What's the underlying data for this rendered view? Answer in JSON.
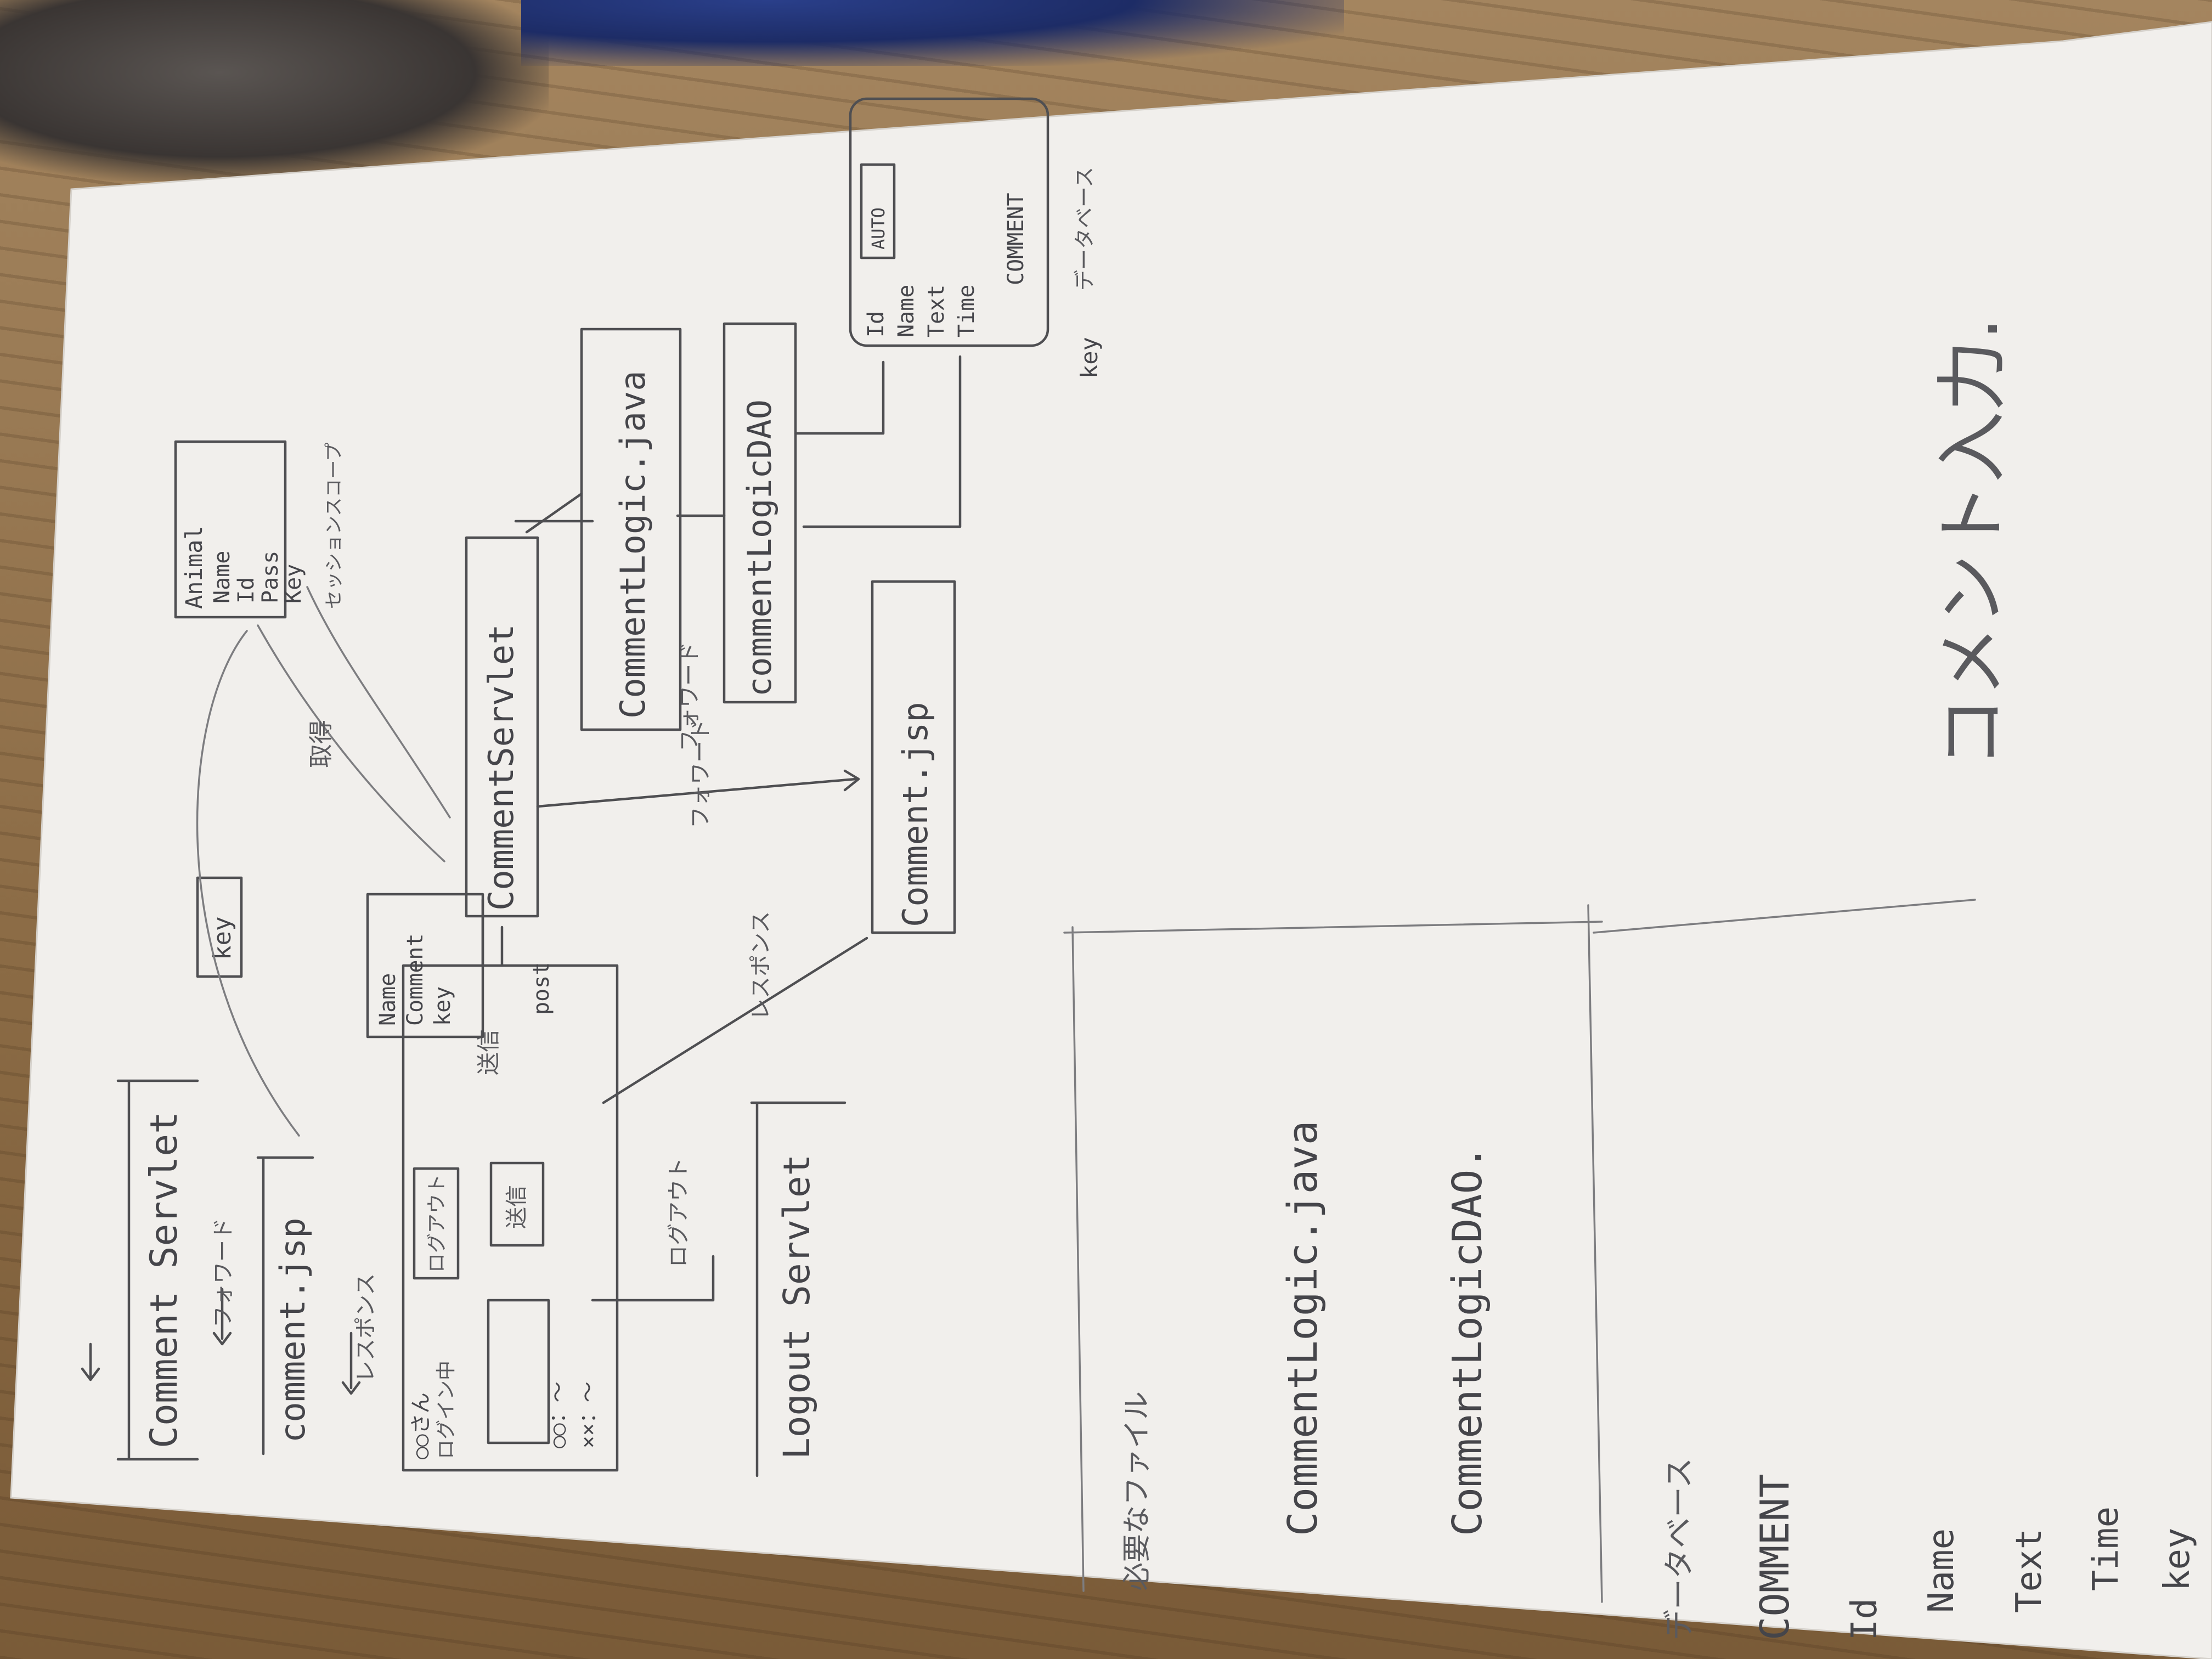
{
  "diagram": {
    "top_left": {
      "servlet": "Comment Servlet",
      "forward": "フォワード",
      "jsp": "comment.jsp",
      "response": "レスポンス",
      "key_tag": "key"
    },
    "form": {
      "greeting": "○○さん",
      "logged_in": "ログイン中",
      "logout_button": "ログアウト",
      "send_button": "送信",
      "list_line_1": "○○：～",
      "list_line_2": "××：～"
    },
    "send_label": "送信",
    "post_label": "post",
    "logout_label": "ログアウト",
    "logout_servlet": "Logout Servlet",
    "params_box": [
      "Name",
      "Comment",
      "key"
    ],
    "main_servlet": "CommentServlet",
    "get_label": "取得",
    "session_box": {
      "title": "Animal",
      "fields": [
        "Name",
        "Id",
        "Pass",
        "Key"
      ],
      "label": "セッションスコープ"
    },
    "logic": "CommentLogic.java",
    "dao": "commentLogicDAO",
    "forward_label": "フォワード",
    "response_label": "レスポンス",
    "comment_jsp": "Comment.jsp",
    "database": {
      "fields": [
        "Id",
        "Name",
        "Text",
        "Time",
        "COMMENT"
      ],
      "auto": "AUTO",
      "key": "key",
      "label": "データベース"
    }
  },
  "notes": {
    "required_files": "必要なファイル",
    "file_1": "CommentLogic.java",
    "file_2": "CommentLogicDAO.",
    "db_heading": "データベース",
    "table": "COMMENT",
    "columns": [
      "Id",
      "Name",
      "Text",
      "Time",
      "key"
    ],
    "comment_input": "コメント入力."
  }
}
